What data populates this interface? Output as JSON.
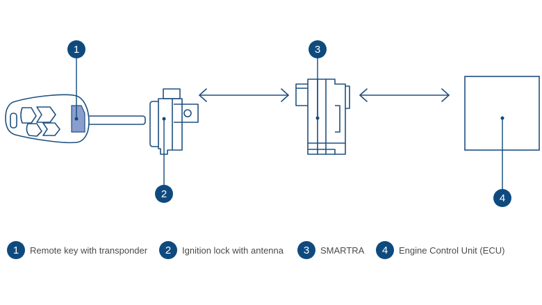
{
  "colors": {
    "navy": "#0f4a7e",
    "line": "#1d4f80",
    "transponder_fill": "#8a9ecd",
    "legend_text": "#4a4a4a"
  },
  "components": [
    {
      "number": "1",
      "label": "Remote key with transponder",
      "icon": "remote-key-icon"
    },
    {
      "number": "2",
      "label": "Ignition lock with antenna",
      "icon": "ignition-lock-icon"
    },
    {
      "number": "3",
      "label": "SMARTRA",
      "icon": "smartra-module-icon"
    },
    {
      "number": "4",
      "label": "Engine Control Unit (ECU)",
      "icon": "ecu-box-icon"
    }
  ],
  "connections": [
    {
      "from": "2",
      "to": "3",
      "type": "bidirectional"
    },
    {
      "from": "3",
      "to": "4",
      "type": "bidirectional"
    }
  ]
}
